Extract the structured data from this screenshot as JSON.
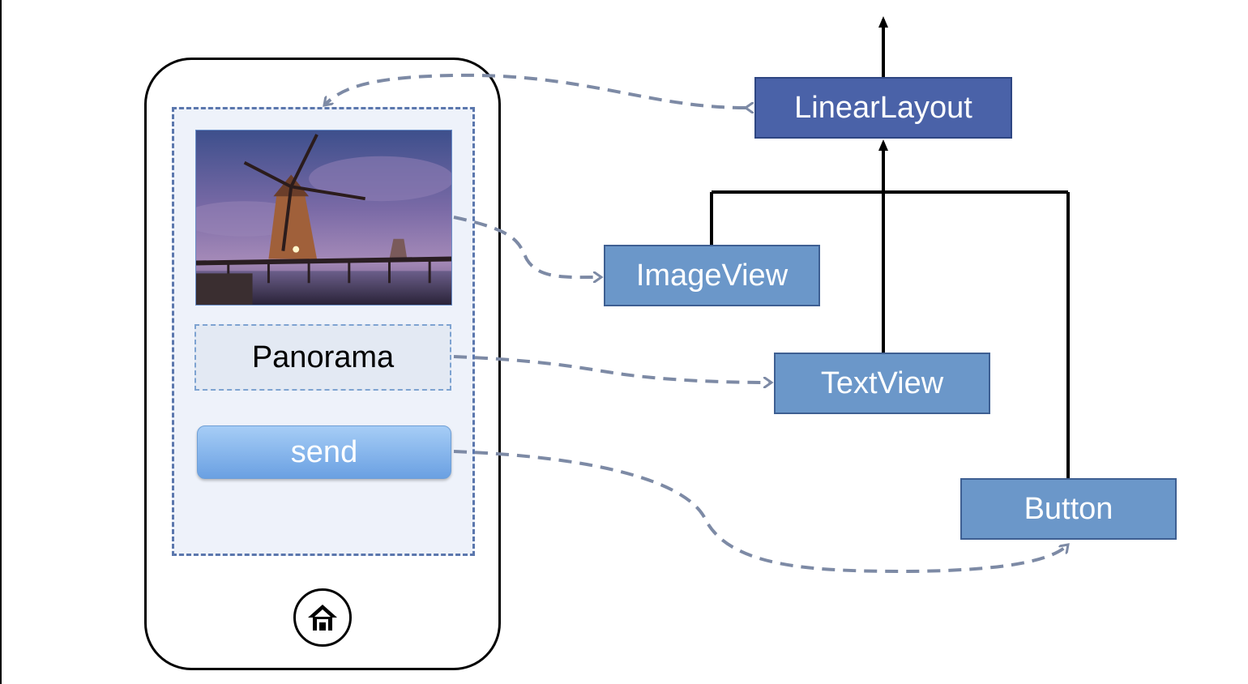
{
  "tree": {
    "root": {
      "label": "LinearLayout"
    },
    "children": [
      {
        "label": "ImageView"
      },
      {
        "label": "TextView"
      },
      {
        "label": "Button"
      }
    ]
  },
  "phone": {
    "text_view_label": "Panorama",
    "button_label": "send",
    "home_icon": "home-icon",
    "image_content": "windmill-photo"
  },
  "colors": {
    "root_node": "#4a62a8",
    "child_node": "#6b97c9",
    "dashed_connector": "#7d8aa5",
    "layout_border": "#5b77ad"
  }
}
